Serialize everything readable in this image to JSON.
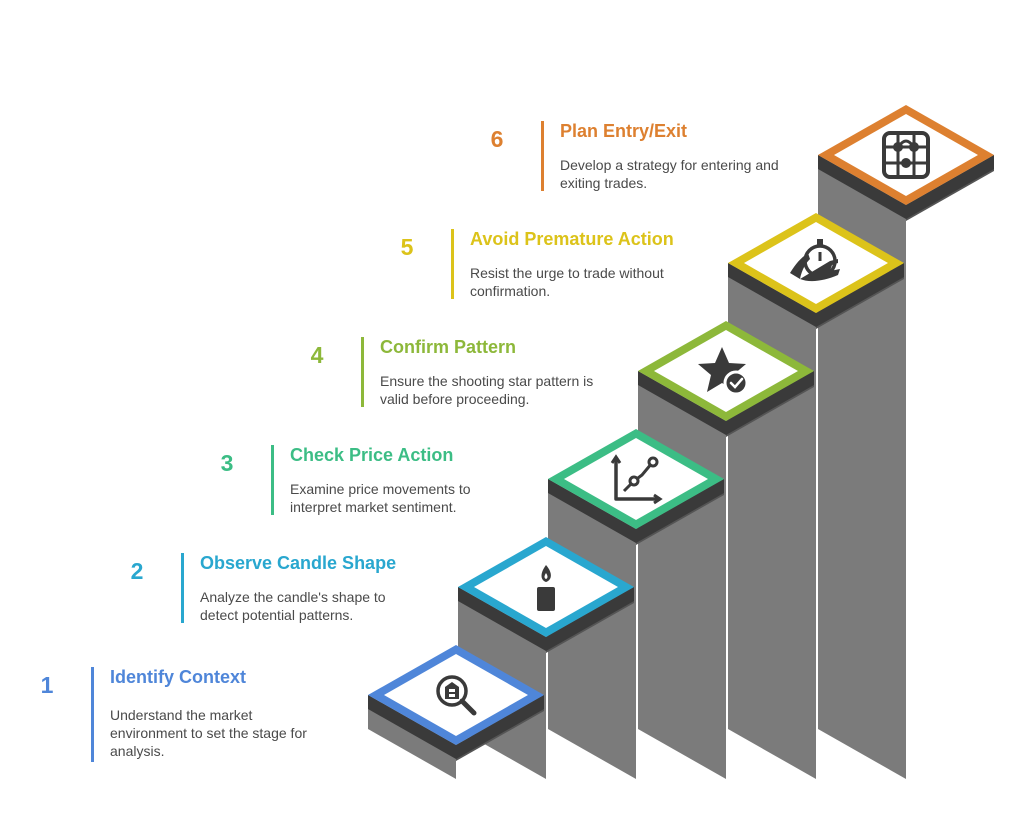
{
  "steps": [
    {
      "number": "1",
      "title": "Identify Context",
      "description": "Understand the market\nenvironment to set the stage for\nanalysis.",
      "color": "#4f86d9",
      "icon": "market-search-icon"
    },
    {
      "number": "2",
      "title": "Observe Candle Shape",
      "description": "Analyze the candle's shape to\ndetect potential patterns.",
      "color": "#29a7cf",
      "icon": "candle-icon"
    },
    {
      "number": "3",
      "title": "Check Price Action",
      "description": "Examine price movements to\ninterpret market sentiment.",
      "color": "#3cbd85",
      "icon": "line-chart-icon"
    },
    {
      "number": "4",
      "title": "Confirm Pattern",
      "description": "Ensure the shooting star pattern is\nvalid before proceeding.",
      "color": "#8db83a",
      "icon": "star-check-icon"
    },
    {
      "number": "5",
      "title": "Avoid Premature Action",
      "description": "Resist the urge to trade without\nconfirmation.",
      "color": "#dcc31a",
      "icon": "hand-stopwatch-icon"
    },
    {
      "number": "6",
      "title": "Plan Entry/Exit",
      "description": "Develop a strategy for entering and\nexiting trades.",
      "color": "#dd8030",
      "icon": "strategy-board-icon"
    }
  ]
}
